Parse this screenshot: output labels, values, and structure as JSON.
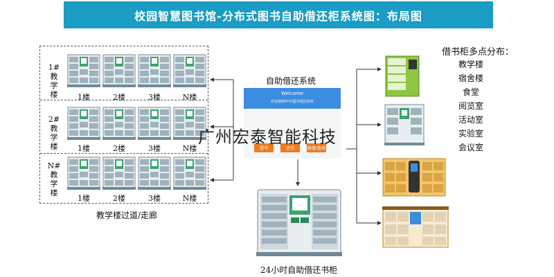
{
  "title": "校园智慧图书馆-分布式图书自助借还柜系统图：布局图",
  "buildings": [
    {
      "label": "1#\n教\n学\n楼",
      "floors": [
        "1楼",
        "2楼",
        "3楼",
        "N楼"
      ]
    },
    {
      "label": "2#\n教\n学\n楼",
      "floors": [
        "1楼",
        "2楼",
        "3楼",
        "N楼"
      ]
    },
    {
      "label": "N#\n教\n学\n楼",
      "floors": [
        "1楼",
        "2楼",
        "3楼",
        "N楼"
      ]
    }
  ],
  "corridor_caption": "教学楼过道/走廊",
  "system": {
    "title": "自助借还系统",
    "screen_welcome": "Welcome",
    "screen_subtitle": "欢迎使用RFID图书借还系统",
    "buttons": [
      "借书",
      "还书",
      "续借/查询"
    ]
  },
  "watermark": "广州宏泰智能科技",
  "main_cabinet_caption": "24小时自助借还书柜",
  "distribution": {
    "title": "借书柜多点分布：",
    "locations": [
      "教学楼",
      "宿舍楼",
      "食堂",
      "阅览室",
      "活动室",
      "实验室",
      "会议室"
    ]
  },
  "colors": {
    "banner": "#1a9cc4",
    "cabinet_body": "#e8edf0",
    "cabinet_green": "#3aa36f",
    "cabinet_lime": "#8dc63f",
    "cabinet_gold": "#d9a441",
    "button_orange": "#ef7a22",
    "screen_blue": "#3b8de0"
  }
}
